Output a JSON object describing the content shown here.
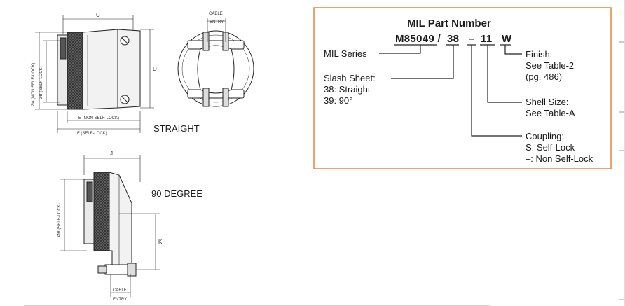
{
  "drawing": {
    "straight": {
      "dim_c": "C",
      "dim_d": "D",
      "dim_a": "ØA (NON SELF-LOCK)",
      "dim_b": "ØB (SELF-LOCK)",
      "dim_e": "E (NON SELF-LOCK)",
      "dim_f": "F (SELF-LOCK)",
      "cable_entry_1": "CABLE",
      "cable_entry_2": "ENTRY",
      "caption": "STRAIGHT"
    },
    "degree90": {
      "dim_j": "J",
      "dim_k": "K",
      "dim_b": "ØB (SELF-LOCK)",
      "cable_entry_1": "CABLE",
      "cable_entry_2": "ENTRY",
      "caption": "90 DEGREE"
    }
  },
  "mil": {
    "title": "MIL Part Number",
    "part_base": "M85049 /",
    "slash": "38",
    "dash": "–",
    "size": "11",
    "finish": "W",
    "series_label": "MIL Series",
    "slash_sheet_label": "Slash Sheet:",
    "slash_38": "38:  Straight",
    "slash_39": "39:  90°",
    "finish_label": "Finish:",
    "finish_line2": "See Table-2",
    "finish_line3": "(pg. 486)",
    "shell_label": "Shell Size:",
    "shell_line2": "See Table-A",
    "coupling_label": "Coupling:",
    "coupling_s": "S:  Self-Lock",
    "coupling_dash": "–:  Non Self-Lock"
  },
  "colors": {
    "box_border": "#E8843A",
    "line": "#222222",
    "knurl_dark": "#4a4a4a",
    "body_fill": "#f2f2f2"
  }
}
